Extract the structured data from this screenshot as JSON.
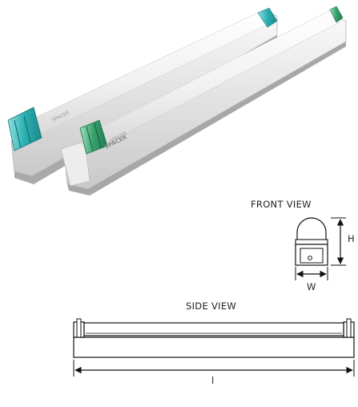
{
  "photo": {
    "brand_text": "SPACER",
    "tube_print": "SPACER",
    "colors": {
      "fixture_white": "#f2f2f2",
      "fixture_shadow": "#bdbdbd",
      "end_cap_teal": "#36b8b8",
      "end_cap_green": "#3fa874",
      "tube_glow": "#f7f7f7"
    }
  },
  "front_view": {
    "title": "FRONT VIEW",
    "height_label": "H",
    "width_label": "W"
  },
  "side_view": {
    "title": "SIDE VIEW",
    "length_label": "l"
  }
}
